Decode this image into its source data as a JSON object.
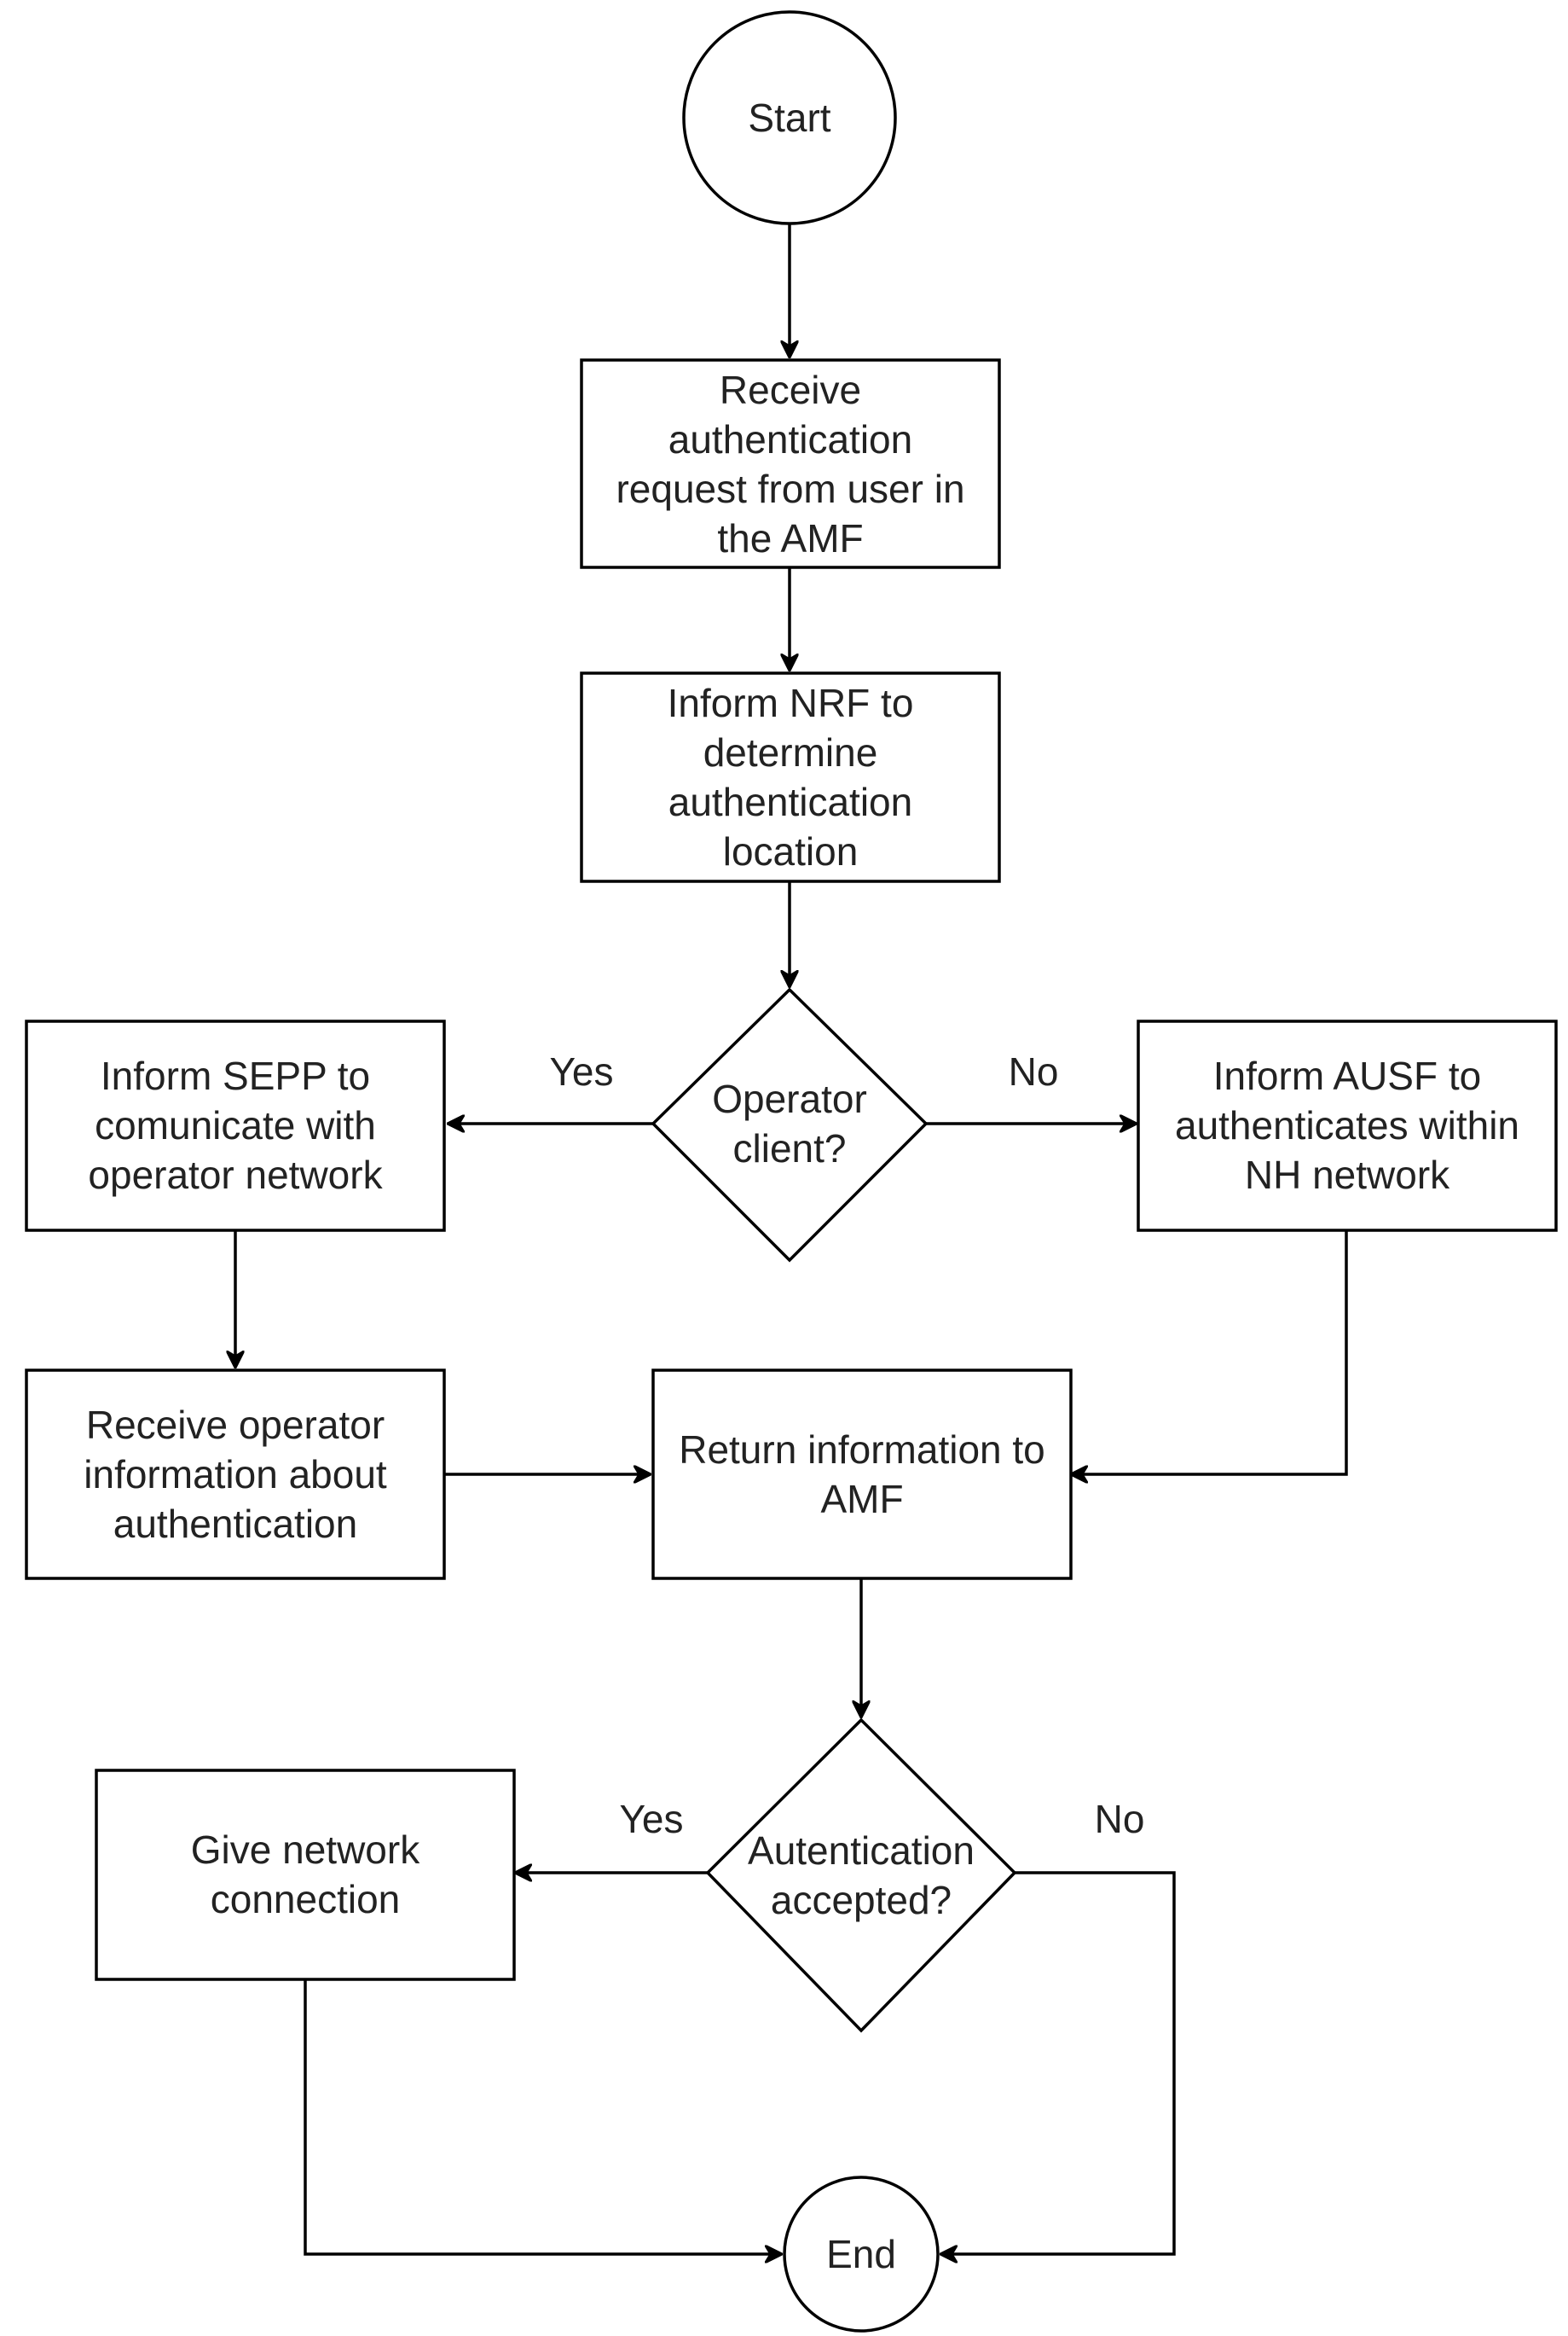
{
  "nodes": {
    "start": {
      "lines": [
        "Start"
      ]
    },
    "receive_request": {
      "lines": [
        "Receive",
        "authentication",
        "request from user in",
        "the AMF"
      ]
    },
    "inform_nrf": {
      "lines": [
        "Inform NRF to",
        "determine",
        "authentication",
        "location"
      ]
    },
    "operator_client": {
      "lines": [
        "Operator",
        "client?"
      ]
    },
    "inform_sepp": {
      "lines": [
        "Inform SEPP to",
        "comunicate with",
        "operator network"
      ]
    },
    "inform_ausf": {
      "lines": [
        "Inform AUSF to",
        "authenticates within",
        "NH network"
      ]
    },
    "receive_operator_info": {
      "lines": [
        "Receive operator",
        "information about",
        "authentication"
      ]
    },
    "return_info": {
      "lines": [
        "Return information to",
        "AMF"
      ]
    },
    "auth_accepted": {
      "lines": [
        "Autentication",
        "accepted?"
      ]
    },
    "give_connection": {
      "lines": [
        "Give network",
        "connection"
      ]
    },
    "end": {
      "lines": [
        "End"
      ]
    }
  },
  "edge_labels": {
    "operator_yes": "Yes",
    "operator_no": "No",
    "auth_yes": "Yes",
    "auth_no": "No"
  }
}
